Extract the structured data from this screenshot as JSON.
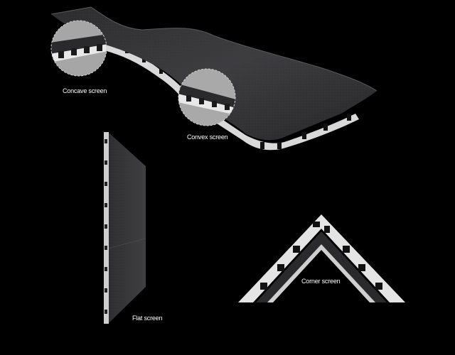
{
  "captions": {
    "concave": "Concave screen",
    "convex": "Convex screen",
    "flat": "Flat screen",
    "corner": "Corner screen"
  },
  "colors": {
    "background": "#000000",
    "panel_face": "#3a3a3c",
    "panel_dark": "#1f1f21",
    "cabinet_white": "#e6e6e6",
    "caption_text": "#ffffff",
    "zoom_circle": "#a9a9a9"
  }
}
